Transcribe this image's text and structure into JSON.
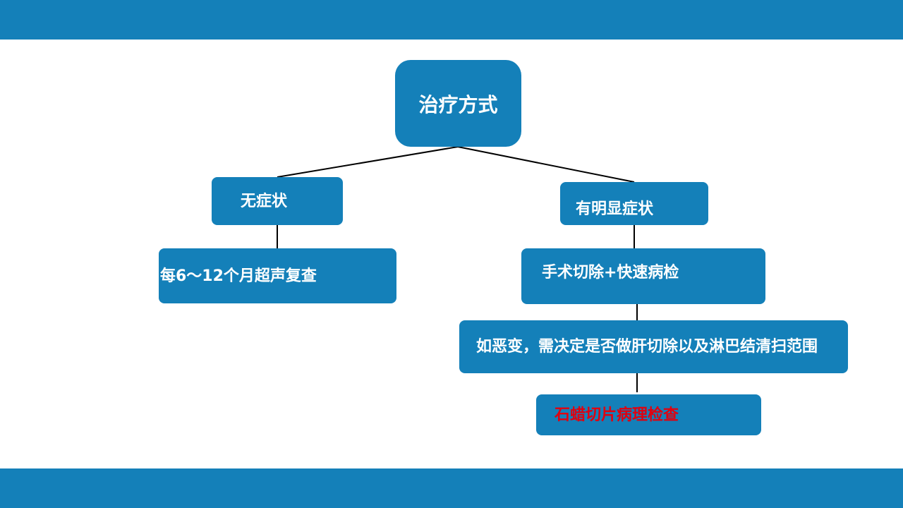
{
  "diagram": {
    "root": {
      "label": "治疗方式"
    },
    "branches": [
      {
        "label": "无症状",
        "children": [
          {
            "label": "每6～12个月超声复查"
          }
        ]
      },
      {
        "label": "有明显症状",
        "children": [
          {
            "label": "手术切除+快速病检"
          },
          {
            "label": "如恶变，需决定是否做肝切除以及淋巴结清扫范围"
          },
          {
            "label": "石蜡切片病理检查",
            "color": "#e0000f"
          }
        ]
      }
    ]
  },
  "colors": {
    "band": "#1480b9",
    "node_fill": "#1480b9",
    "node_text": "#ffffff",
    "highlight_text": "#e0000f",
    "connector": "#000000"
  }
}
